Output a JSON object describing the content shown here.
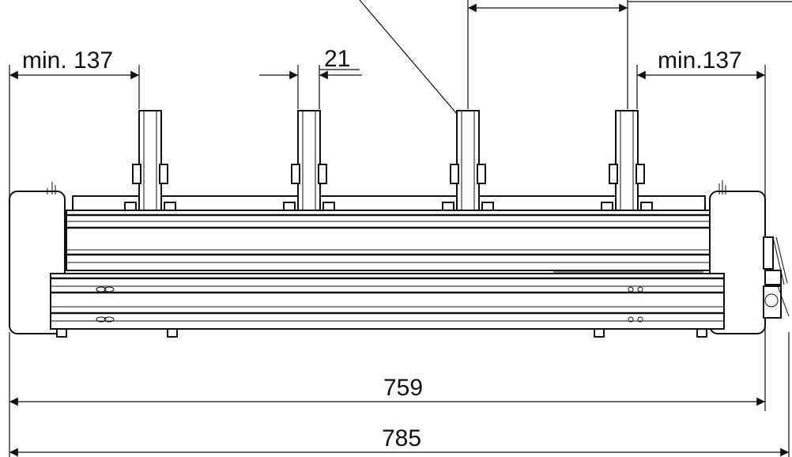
{
  "dimensions": {
    "min_left": "min. 137",
    "spacing": "21",
    "min_right": "min.137",
    "inner_width": "759",
    "outer_width": "785"
  }
}
